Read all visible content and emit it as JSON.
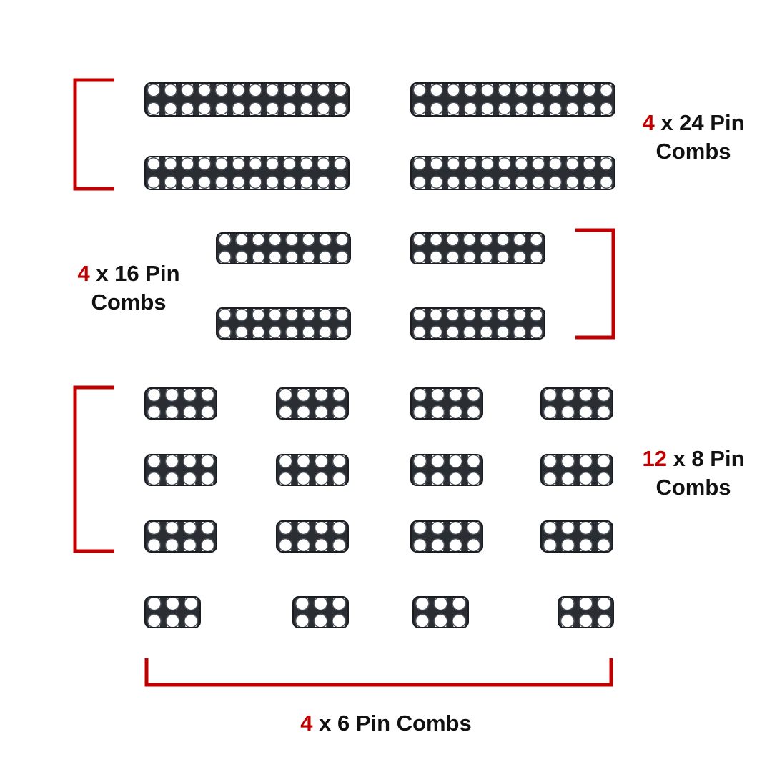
{
  "colors": {
    "accent": "#c00000",
    "comb": "#2a2e33",
    "text": "#111111",
    "background": "#ffffff"
  },
  "labels": {
    "pin24": {
      "quantity": "4",
      "rest": " x 24 Pin",
      "line2": "Combs"
    },
    "pin16": {
      "quantity": "4",
      "rest": " x 16 Pin",
      "line2": "Combs"
    },
    "pin8": {
      "quantity": "12",
      "rest": " x 8 Pin",
      "line2": "Combs"
    },
    "pin6": {
      "quantity": "4",
      "rest": " x 6 Pin Combs"
    }
  },
  "groups": [
    {
      "id": "pin24",
      "count": 4,
      "slots": 12
    },
    {
      "id": "pin16",
      "count": 4,
      "slots": 8
    },
    {
      "id": "pin8",
      "count": 12,
      "slots": 4
    },
    {
      "id": "pin6",
      "count": 4,
      "slots": 3
    }
  ]
}
